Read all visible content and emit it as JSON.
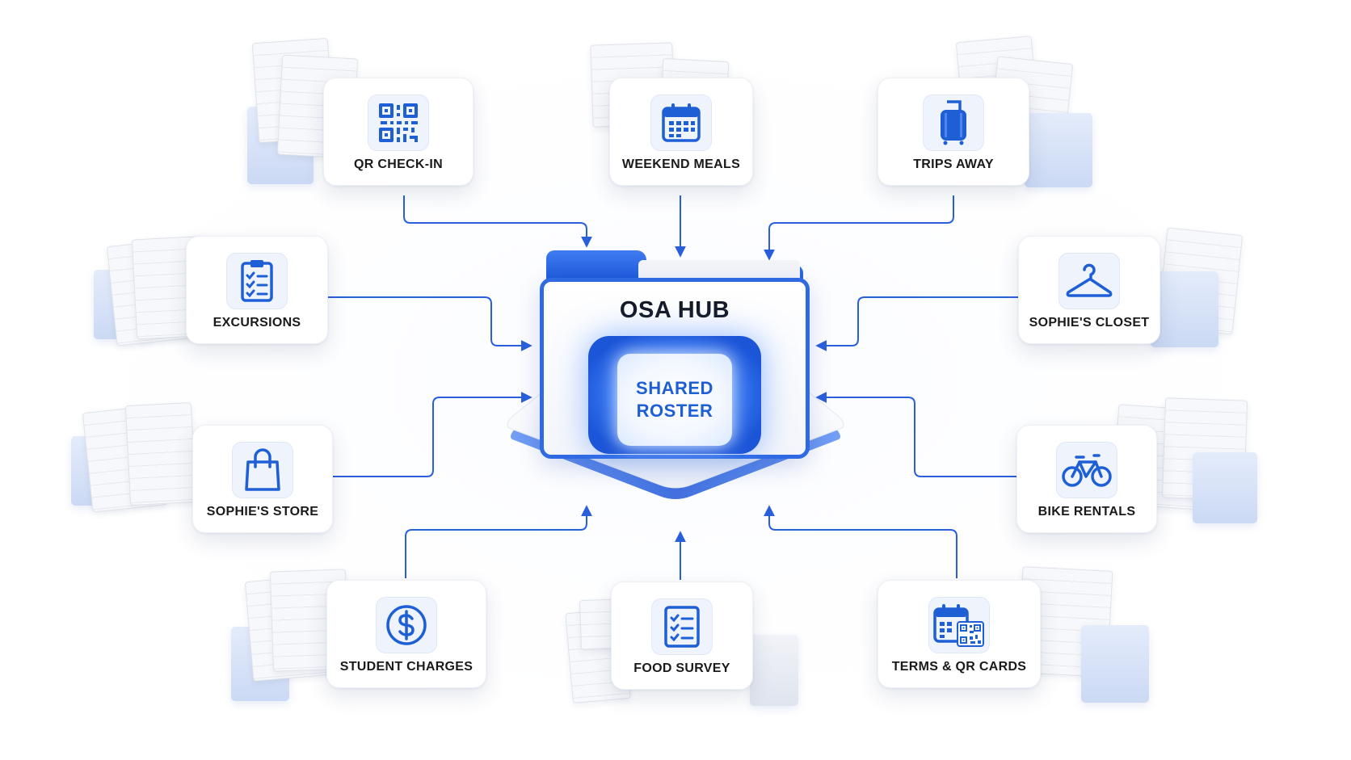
{
  "hub": {
    "title": "OSA HUB",
    "center_line1": "SHARED",
    "center_line2": "ROSTER"
  },
  "modules": {
    "qr_check_in": {
      "label": "QR CHECK-IN",
      "icon": "qr-code-icon"
    },
    "weekend_meals": {
      "label": "WEEKEND MEALS",
      "icon": "calendar-icon"
    },
    "trips_away": {
      "label": "TRIPS AWAY",
      "icon": "suitcase-icon"
    },
    "excursions": {
      "label": "EXCURSIONS",
      "icon": "clipboard-checklist-icon"
    },
    "sophies_closet": {
      "label": "SOPHIE'S CLOSET",
      "icon": "hanger-icon"
    },
    "sophies_store": {
      "label": "SOPHIE'S STORE",
      "icon": "shopping-bag-icon"
    },
    "bike_rentals": {
      "label": "BIKE RENTALS",
      "icon": "bicycle-icon"
    },
    "student_charges": {
      "label": "STUDENT CHARGES",
      "icon": "dollar-circle-icon"
    },
    "food_survey": {
      "label": "FOOD SURVEY",
      "icon": "checklist-icon"
    },
    "terms_qr_cards": {
      "label": "TERMS & QR CARDS",
      "icon": "calendar-qr-icon"
    }
  },
  "colors": {
    "accent": "#1f5fd6",
    "connector": "#2a5fdc",
    "folder_blue": "#2f6ae3",
    "icon_tile_bg": "#eef3fc",
    "label_text": "#1a1a1a"
  }
}
